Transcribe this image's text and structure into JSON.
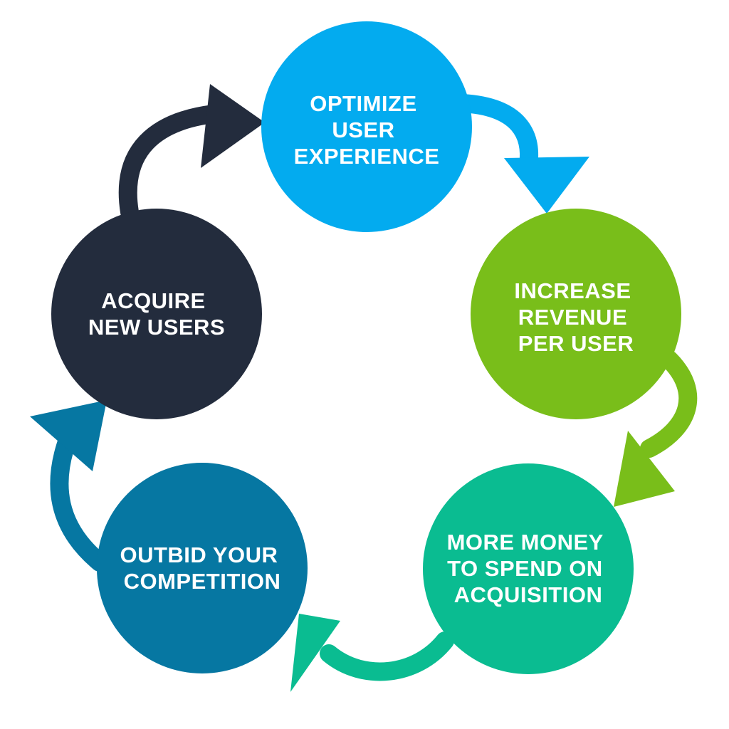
{
  "diagram": {
    "type": "cycle",
    "nodes": [
      {
        "id": "optimize",
        "lines": [
          "OPTIMIZE",
          "USER",
          "EXPERIENCE"
        ],
        "color": "#03ABEF"
      },
      {
        "id": "increase",
        "lines": [
          "INCREASE",
          "REVENUE",
          "PER USER"
        ],
        "color": "#79BE1A"
      },
      {
        "id": "money",
        "lines": [
          "MORE MONEY",
          "TO SPEND ON",
          "ACQUISITION"
        ],
        "color": "#0ABC91"
      },
      {
        "id": "outbid",
        "lines": [
          "OUTBID YOUR",
          "COMPETITION"
        ],
        "color": "#0677A2"
      },
      {
        "id": "acquire",
        "lines": [
          "ACQUIRE",
          "NEW USERS"
        ],
        "color": "#232C3D"
      }
    ],
    "arrows": [
      {
        "from": "optimize",
        "to": "increase",
        "color": "#03ABEF"
      },
      {
        "from": "increase",
        "to": "money",
        "color": "#79BE1A"
      },
      {
        "from": "money",
        "to": "outbid",
        "color": "#0ABC91"
      },
      {
        "from": "outbid",
        "to": "acquire",
        "color": "#0677A2"
      },
      {
        "from": "acquire",
        "to": "optimize",
        "color": "#232C3D"
      }
    ]
  }
}
